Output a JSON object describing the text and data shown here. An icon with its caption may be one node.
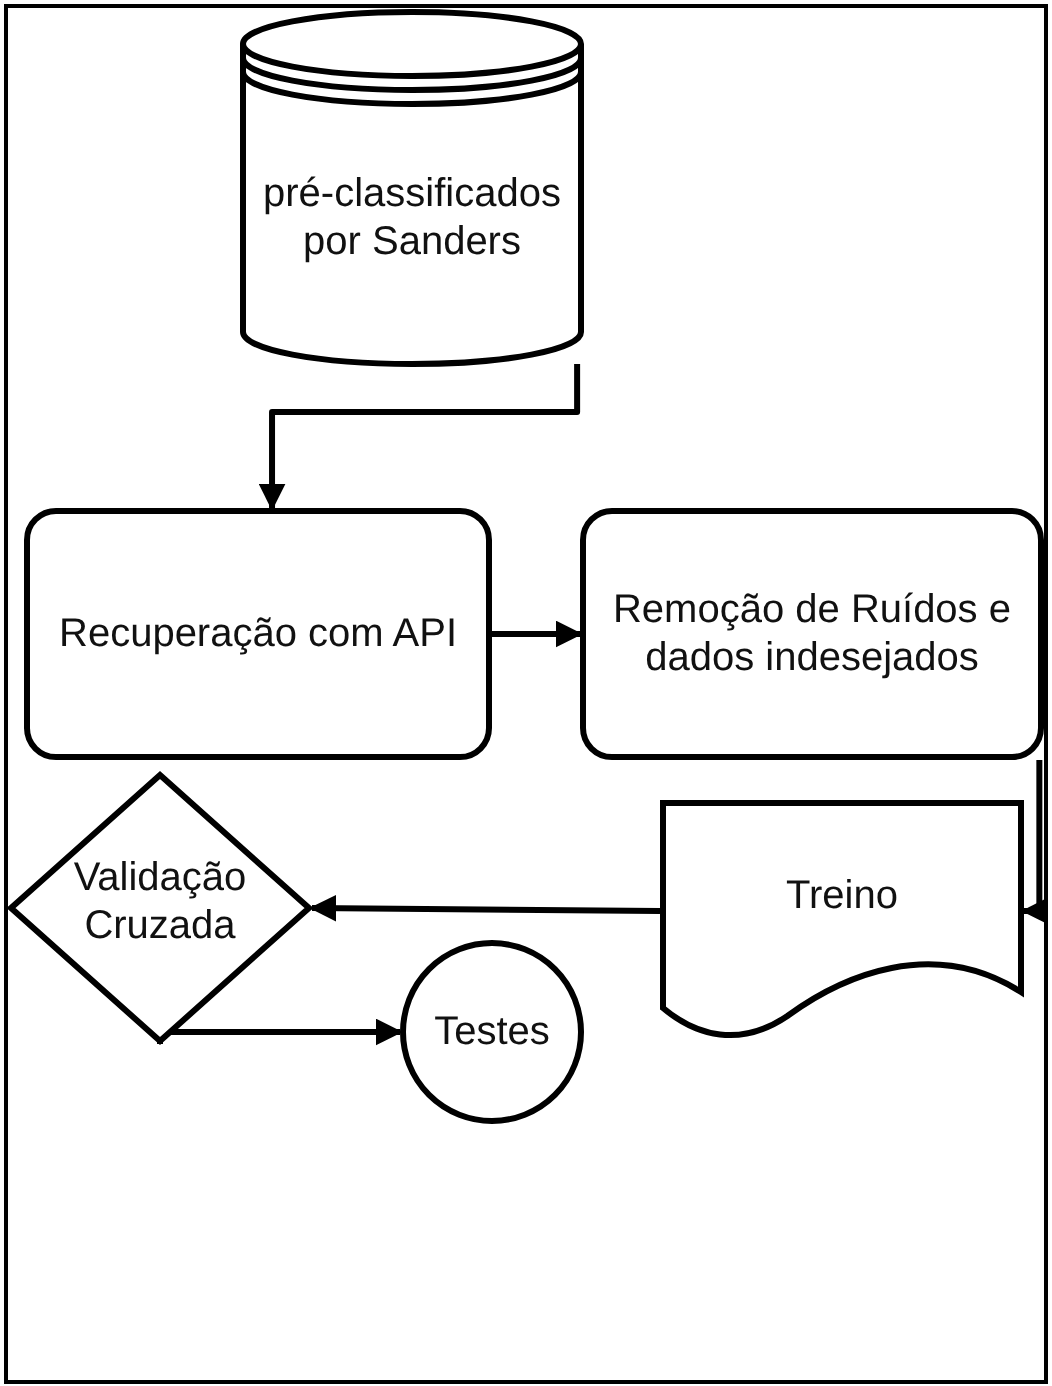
{
  "diagram": {
    "nodes": [
      {
        "text": [
          "pré-classificados por Sanders"
        ]
      },
      {
        "text": [
          "Recuperação com API"
        ]
      },
      {
        "text": [
          "Remoção de Ruídos e dados indesejados"
        ]
      },
      {
        "text": [
          "Treino"
        ]
      },
      {
        "text": [
          "Validação Cruzada"
        ]
      },
      {
        "text": [
          "Testes"
        ]
      }
    ],
    "edges": [
      {
        "from": 0,
        "to": 1,
        "arrow": "to"
      },
      {
        "from": 1,
        "to": 2,
        "arrow": "to"
      },
      {
        "from": 2,
        "to": 3,
        "arrow": "to"
      },
      {
        "from": 3,
        "to": 4,
        "arrow": "to"
      },
      {
        "from": 4,
        "to": 5,
        "arrow": "to"
      }
    ]
  }
}
